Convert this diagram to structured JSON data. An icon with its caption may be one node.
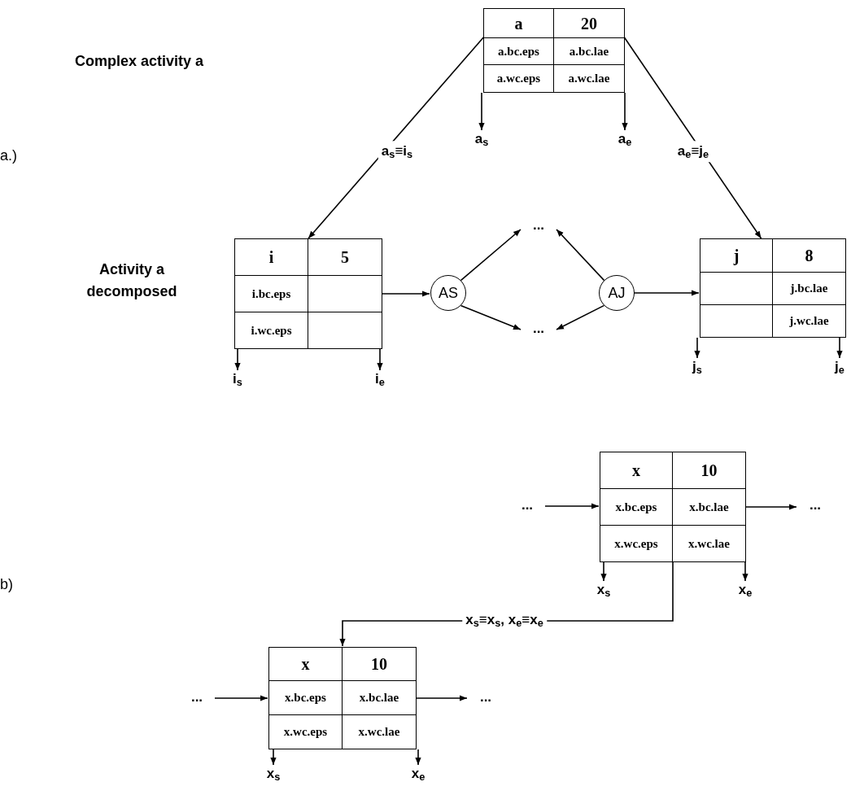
{
  "diagram": {
    "nodes": [
      {
        "text": [
          "a",
          "20",
          "a.bc.eps",
          "a.bc.lae",
          "a.wc.eps",
          "a.wc.lae"
        ]
      },
      {
        "text": [
          "a$_{s}$"
        ]
      },
      {
        "text": [
          "a$_{e}$"
        ]
      },
      {
        "text": [
          "i",
          "5",
          "i.bc.eps",
          "i.wc.eps"
        ]
      },
      {
        "text": [
          "AS"
        ]
      },
      {
        "text": [
          "..."
        ]
      },
      {
        "text": [
          "..."
        ]
      },
      {
        "text": [
          "AJ"
        ]
      },
      {
        "text": [
          "j",
          "8",
          "j.bc.lae",
          "j.wc.lae"
        ]
      },
      {
        "text": [
          "i$_{s}$"
        ]
      },
      {
        "text": [
          "i$_{e}$"
        ]
      },
      {
        "text": [
          "j$_{s}$"
        ]
      },
      {
        "text": [
          "j$_{e}$"
        ]
      },
      {
        "text": [
          "..."
        ]
      },
      {
        "text": [
          "x",
          "10",
          "x.bc.eps",
          "x.bc.lae",
          "x.wc.eps",
          "x.wc.lae"
        ]
      },
      {
        "text": [
          "..."
        ]
      },
      {
        "text": [
          "x$_{s}$"
        ]
      },
      {
        "text": [
          "x$_{e}$"
        ]
      },
      {
        "text": [
          "..."
        ]
      },
      {
        "text": [
          "x",
          "10",
          "x.bc.eps",
          "x.bc.lae",
          "x.wc.eps",
          "x.wc.lae"
        ]
      },
      {
        "text": [
          "..."
        ]
      },
      {
        "text": [
          "x$_{s}$"
        ]
      },
      {
        "text": [
          "x$_{e}$"
        ]
      }
    ],
    "edges": [
      {
        "from": 0,
        "to": 1,
        "arrow": "to"
      },
      {
        "from": 0,
        "to": 2,
        "arrow": "to"
      },
      {
        "from": 0,
        "to": 3,
        "arrow": "to",
        "label": "a$_{s}$≡i$_{s}$"
      },
      {
        "from": 0,
        "to": 8,
        "arrow": "to",
        "label": "a$_{e}$≡j$_{e}$"
      },
      {
        "from": 3,
        "to": 4,
        "arrow": "to"
      },
      {
        "from": 4,
        "to": 5,
        "arrow": "to"
      },
      {
        "from": 4,
        "to": 6,
        "arrow": "to"
      },
      {
        "from": 7,
        "to": 5,
        "arrow": "to"
      },
      {
        "from": 7,
        "to": 6,
        "arrow": "to"
      },
      {
        "from": 7,
        "to": 8,
        "arrow": "to"
      },
      {
        "from": 3,
        "to": 9,
        "arrow": "to"
      },
      {
        "from": 3,
        "to": 10,
        "arrow": "to"
      },
      {
        "from": 8,
        "to": 11,
        "arrow": "to"
      },
      {
        "from": 8,
        "to": 12,
        "arrow": "to"
      },
      {
        "from": 13,
        "to": 14,
        "arrow": "to"
      },
      {
        "from": 14,
        "to": 15,
        "arrow": "to"
      },
      {
        "from": 14,
        "to": 16,
        "arrow": "to"
      },
      {
        "from": 14,
        "to": 17,
        "arrow": "to"
      },
      {
        "from": 14,
        "to": 19,
        "arrow": "to",
        "label": "x$_{s}$≡x$_{s}$, x$_{e}$≡x$_{e}$"
      },
      {
        "from": 18,
        "to": 19,
        "arrow": "to"
      },
      {
        "from": 19,
        "to": 20,
        "arrow": "to"
      },
      {
        "from": 19,
        "to": 21,
        "arrow": "to"
      },
      {
        "from": 19,
        "to": 22,
        "arrow": "to"
      }
    ],
    "labels": [
      "Complex activity a",
      "a.)",
      "Activity a decomposed",
      "b)"
    ]
  }
}
